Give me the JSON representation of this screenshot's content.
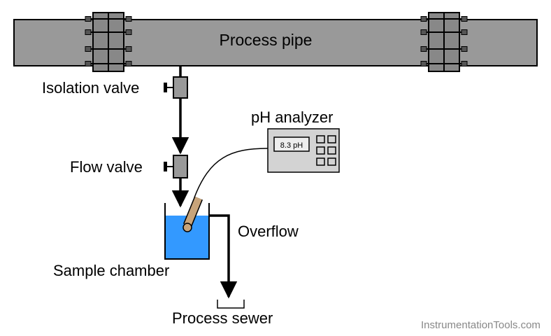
{
  "labels": {
    "process_pipe": "Process pipe",
    "isolation_valve": "Isolation valve",
    "ph_analyzer": "pH analyzer",
    "flow_valve": "Flow valve",
    "overflow": "Overflow",
    "sample_chamber": "Sample chamber",
    "process_sewer": "Process sewer",
    "watermark": "InstrumentationTools.com"
  },
  "analyzer": {
    "display_reading": "8.3 pH",
    "keypad_rows": 3,
    "keypad_cols": 2
  },
  "colors": {
    "pipe": "#999999",
    "flange": "#888888",
    "valve": "#999999",
    "analyzer_body": "#d3d3d3",
    "analyzer_display": "#eeeeee",
    "water": "#3399ff",
    "probe": "#c8a47a",
    "watermark": "#888888"
  }
}
